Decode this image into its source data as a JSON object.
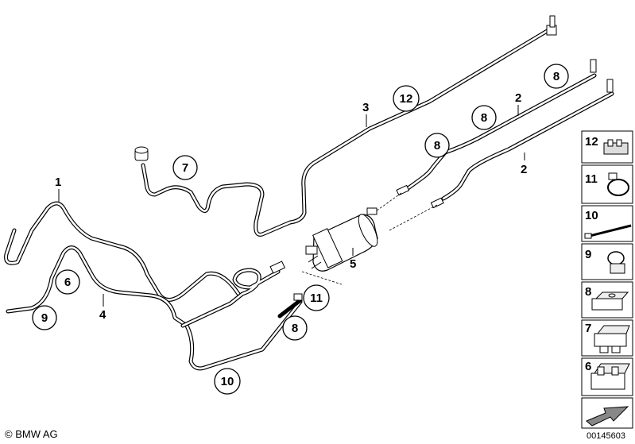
{
  "callouts": {
    "c1": "1",
    "c2a": "2",
    "c2b": "2",
    "c3": "3",
    "c4": "4",
    "c5": "5",
    "c6": "6",
    "c7": "7",
    "c8a": "8",
    "c8b": "8",
    "c8c": "8",
    "c8d": "8",
    "c9": "9",
    "c10": "10",
    "c11": "11",
    "c12": "12"
  },
  "side_panel": {
    "items": [
      {
        "label": "12",
        "icon": "double-clip-icon"
      },
      {
        "label": "11",
        "icon": "hose-clamp-icon"
      },
      {
        "label": "10",
        "icon": "cable-tie-icon"
      },
      {
        "label": "9",
        "icon": "hose-clip-icon"
      },
      {
        "label": "8",
        "icon": "pipe-holder-icon"
      },
      {
        "label": "7",
        "icon": "triple-pipe-holder-icon"
      },
      {
        "label": "6",
        "icon": "double-pipe-holder-icon"
      },
      {
        "label": "",
        "icon": "arrow-indicator-icon"
      }
    ]
  },
  "footer": {
    "copyright": "© BMW AG",
    "drawing_number": "00145603"
  }
}
